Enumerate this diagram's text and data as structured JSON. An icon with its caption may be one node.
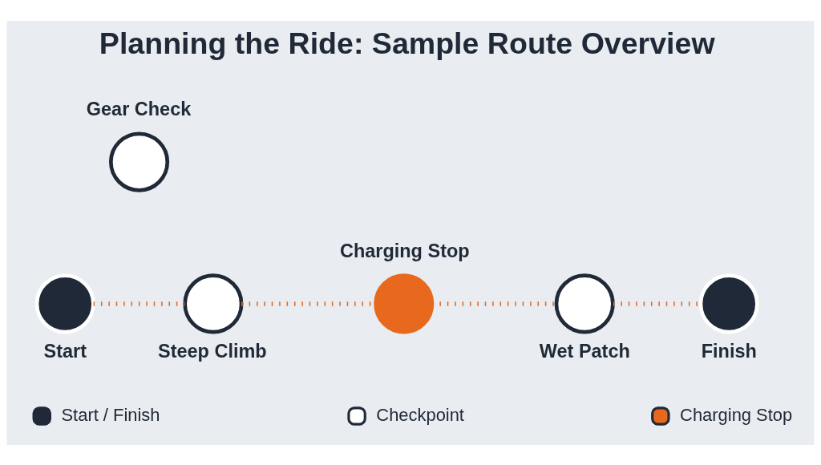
{
  "diagram": {
    "title": "Planning the Ride: Sample Route Overview",
    "nodes": [
      {
        "text": [
          "Start"
        ]
      },
      {
        "text": [
          "Gear Check"
        ]
      },
      {
        "text": [
          "Steep Climb"
        ]
      },
      {
        "text": [
          "Charging Stop"
        ]
      },
      {
        "text": [
          "Wet Patch"
        ]
      },
      {
        "text": [
          "Finish"
        ]
      }
    ],
    "edges": [
      {
        "from": 0,
        "to": 2,
        "arrow": "none"
      },
      {
        "from": 2,
        "to": 3,
        "arrow": "none"
      },
      {
        "from": 3,
        "to": 4,
        "arrow": "none"
      },
      {
        "from": 4,
        "to": 5,
        "arrow": "none"
      }
    ],
    "legend": [
      {
        "text": "Start / Finish",
        "color": "#1f2937"
      },
      {
        "text": "Checkpoint",
        "color": "#ffffff"
      },
      {
        "text": "Charging Stop",
        "color": "#e8691e"
      }
    ]
  }
}
